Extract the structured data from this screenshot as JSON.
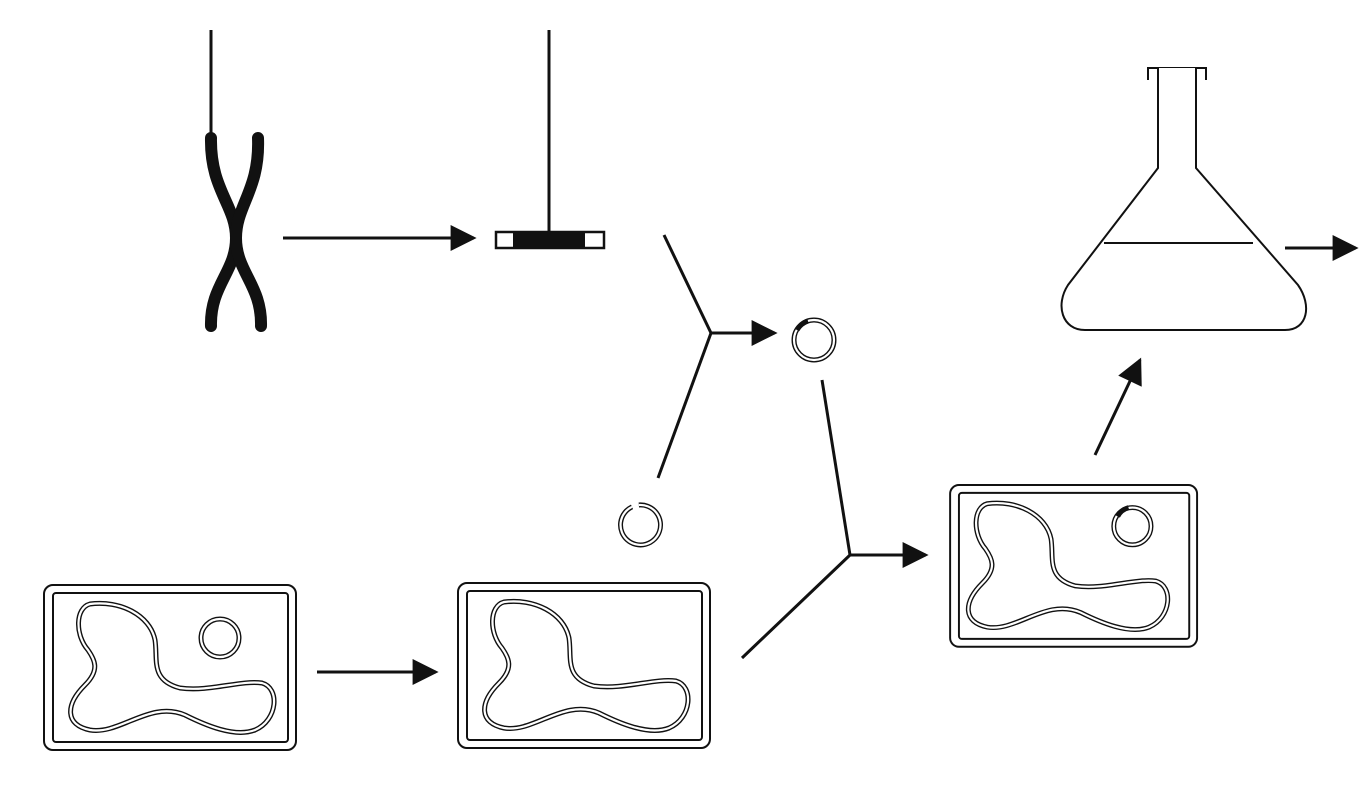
{
  "diagram": {
    "title": "",
    "colors": {
      "ink": "#111111",
      "background": "#ffffff"
    },
    "elements": [
      "chromosome",
      "gene-fragment",
      "plasmid-vector",
      "recombinant-plasmid",
      "bacterial-cells",
      "transformed-cell",
      "culture-flask"
    ]
  }
}
